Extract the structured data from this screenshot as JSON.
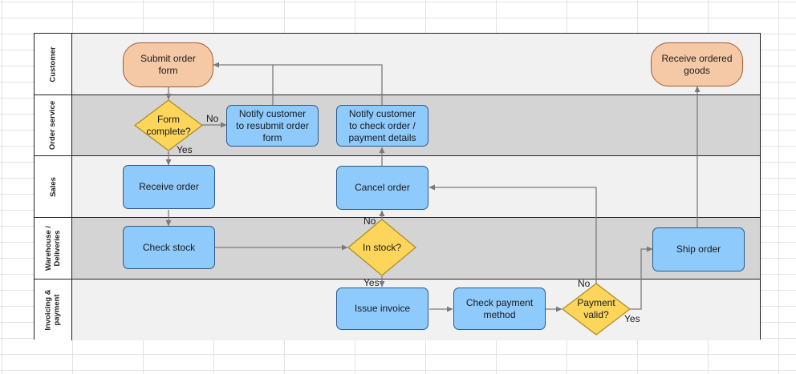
{
  "lanes": [
    {
      "label": "Customer"
    },
    {
      "label": "Order service"
    },
    {
      "label": "Sales"
    },
    {
      "label": "Warehouse /\nDeliveries"
    },
    {
      "label": "Invoicing &\npayment"
    }
  ],
  "colors": {
    "lane_light": "#f1f1f1",
    "lane_dark": "#d4d4d4",
    "process_fill": "#8ecafc",
    "terminator_fill": "#f6c9a6",
    "decision_fill": "#fcd55a",
    "connector": "#7a7a7a"
  },
  "nodes": {
    "submit_order_form": "Submit order\nform",
    "receive_ordered_goods": "Receive ordered\ngoods",
    "form_complete": "Form\ncomplete?",
    "notify_resubmit": "Notify customer\nto resubmit order\nform",
    "notify_check": "Notify customer\nto check order /\npayment details",
    "receive_order": "Receive order",
    "cancel_order": "Cancel order",
    "check_stock": "Check stock",
    "in_stock": "In stock?",
    "ship_order": "Ship order",
    "issue_invoice": "Issue invoice",
    "check_payment_method": "Check payment\nmethod",
    "payment_valid": "Payment\nvalid?"
  },
  "edge_labels": {
    "form_no": "No",
    "form_yes": "Yes",
    "stock_no": "No",
    "stock_yes": "Yes",
    "payment_no": "No",
    "payment_yes": "Yes"
  }
}
